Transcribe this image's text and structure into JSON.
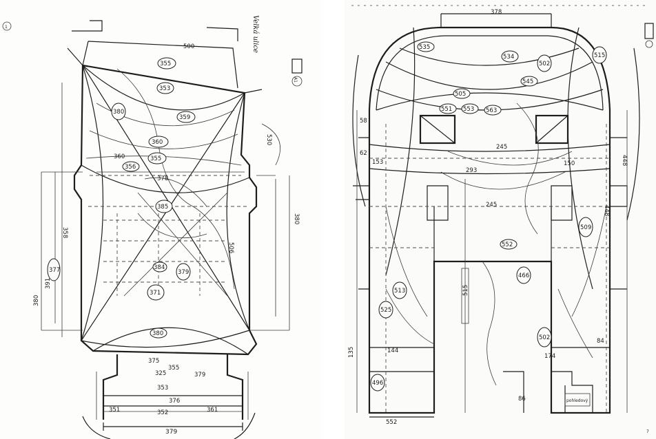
{
  "left_sheet": {
    "sheet_number": "1",
    "street_name": "Velká ulice",
    "stamp": "A1",
    "ellipse_labels": [
      "355",
      "353",
      "380",
      "359",
      "360",
      "355",
      "356",
      "385",
      "384",
      "379",
      "371",
      "377",
      "380"
    ],
    "dimension_labels": [
      "378",
      "375",
      "391",
      "380",
      "380",
      "353",
      "358",
      "355",
      "379",
      "352",
      "325",
      "376",
      "351",
      "361",
      "360",
      "506",
      "500",
      "530"
    ],
    "bottom_dimension": "379"
  },
  "right_sheet": {
    "sheet_number": "7",
    "ellipse_labels": [
      "534",
      "505",
      "553",
      "563",
      "545",
      "551",
      "502",
      "535",
      "552",
      "513",
      "525",
      "466",
      "502",
      "509",
      "515",
      "496"
    ],
    "dimension_labels": [
      "448",
      "448",
      "378",
      "245",
      "293",
      "245",
      "153",
      "150",
      "144",
      "62",
      "58",
      "84",
      "86",
      "135",
      "174"
    ],
    "long_dimension": "515",
    "bottom_dimension": "552",
    "stamp_text": "pohledový"
  }
}
